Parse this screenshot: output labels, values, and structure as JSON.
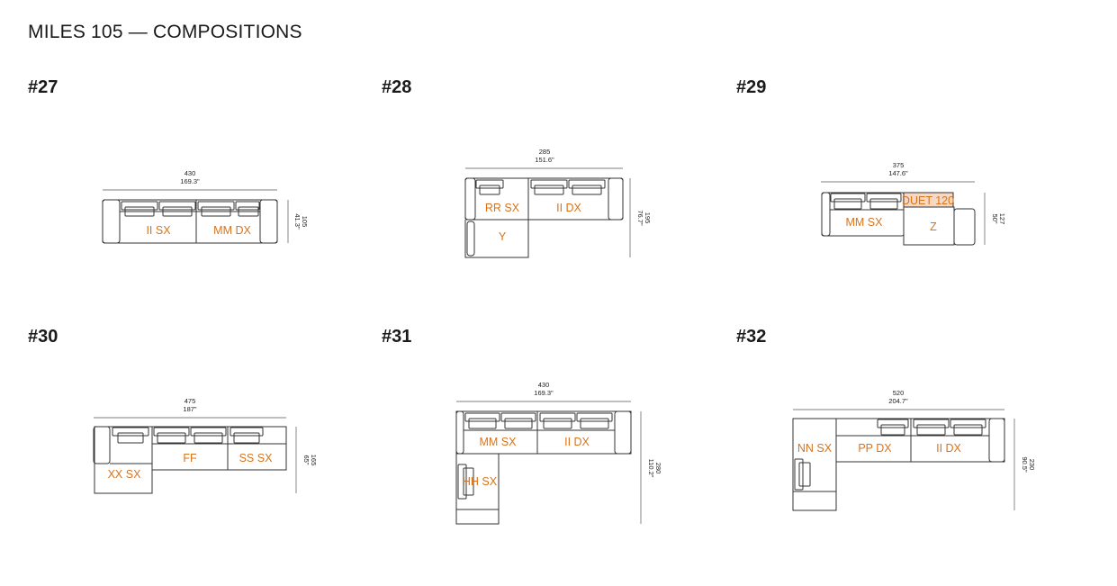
{
  "title": "MILES 105 — COMPOSITIONS",
  "accent_color": "#d9731a",
  "compositions": [
    {
      "id": "#27",
      "width_cm": "430",
      "width_in": "169.3\"",
      "depth_cm": "105",
      "depth_in": "41.3\"",
      "modules": [
        "II SX",
        "MM DX"
      ]
    },
    {
      "id": "#28",
      "width_cm": "285",
      "width_in": "151.6\"",
      "depth_cm": "195",
      "depth_in": "76.7\"",
      "modules": [
        "RR SX",
        "II DX",
        "Y"
      ]
    },
    {
      "id": "#29",
      "width_cm": "375",
      "width_in": "147.6\"",
      "depth_cm": "127",
      "depth_in": "50\"",
      "modules": [
        "DUET 120",
        "MM SX",
        "Z"
      ]
    },
    {
      "id": "#30",
      "width_cm": "475",
      "width_in": "187\"",
      "depth_cm": "165",
      "depth_in": "65\"",
      "modules": [
        "XX SX",
        "FF",
        "SS SX"
      ]
    },
    {
      "id": "#31",
      "width_cm": "430",
      "width_in": "169.3\"",
      "depth_cm": "280",
      "depth_in": "110.2\"",
      "modules": [
        "MM SX",
        "II DX",
        "HH SX"
      ]
    },
    {
      "id": "#32",
      "width_cm": "520",
      "width_in": "204.7\"",
      "depth_cm": "230",
      "depth_in": "90.5\"",
      "modules": [
        "NN SX",
        "PP DX",
        "II DX"
      ]
    }
  ]
}
